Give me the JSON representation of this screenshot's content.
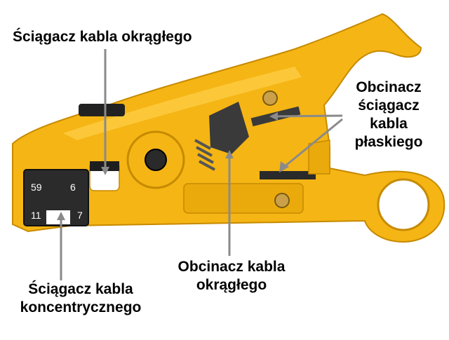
{
  "labels": {
    "round_stripper": "Ściągacz kabla okrągłego",
    "flat_cutter_line1": "Obcinacz",
    "flat_cutter_line2": "ściągacz",
    "flat_cutter_line3": "kabla",
    "flat_cutter_line4": "płaskiego",
    "round_cutter_line1": "Obcinacz kabla",
    "round_cutter_line2": "okrągłego",
    "coax_stripper_line1": "Ściągacz kabla",
    "coax_stripper_line2": "koncentrycznego"
  },
  "tool": {
    "slot_numbers": [
      "59",
      "6",
      "11",
      "7"
    ]
  },
  "colors": {
    "body": "#F5B514",
    "body_shadow": "#D99A06",
    "body_highlight": "#FFD04A",
    "metal": "#3A3A3A",
    "callout_line": "#8A8A8A"
  }
}
